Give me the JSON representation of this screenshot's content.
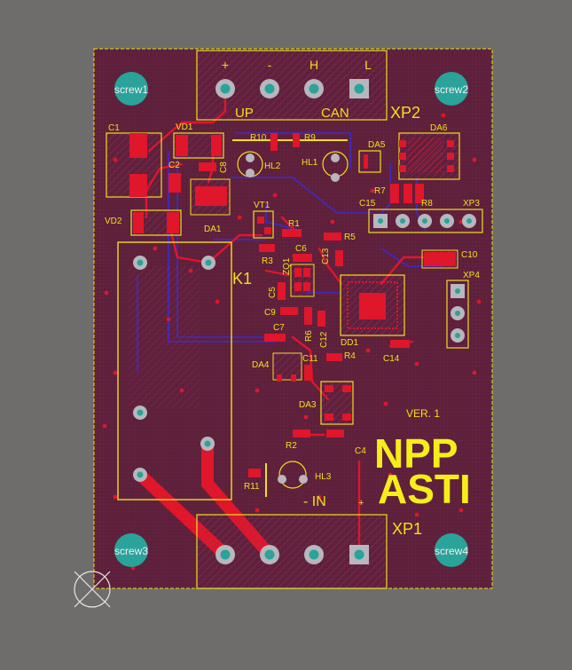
{
  "colors": {
    "background": "#6e6d6c",
    "board": "#5e1f3a",
    "copper_top": "#e0162b",
    "copper_bottom": "#3a2bd6",
    "silkscreen": "#f0e01e",
    "pad": "#b7b7bd",
    "mounting_hole": "#2aa39a",
    "outline": "#e8e400"
  },
  "mounting": {
    "screw1": "screw1",
    "screw2": "screw2",
    "screw3": "screw3",
    "screw4": "screw4"
  },
  "xp2": {
    "designator": "XP2",
    "pin_labels": [
      "+",
      "-",
      "H",
      "L"
    ],
    "up_label": "UP",
    "can_label": "CAN"
  },
  "xp1": {
    "designator": "XP1",
    "in_label": "- IN",
    "plus_label": "+"
  },
  "xp3": {
    "designator": "XP3"
  },
  "xp4": {
    "designator": "XP4"
  },
  "relay": {
    "designator": "K1"
  },
  "components": {
    "C1": "C1",
    "VD1": "VD1",
    "C2": "C2",
    "C8": "C8",
    "VD2": "VD2",
    "DA1": "DA1",
    "R10": "R10",
    "R9": "R9",
    "HL2": "HL2",
    "HL1": "HL1",
    "DA5": "DA5",
    "DA6": "DA6",
    "R7": "R7",
    "C15": "C15",
    "R8": "R8",
    "VT1": "VT1",
    "R1": "R1",
    "R3": "R3",
    "R5": "R5",
    "C6": "C6",
    "C13": "C13",
    "ZQ1": "ZQ1",
    "C5": "C5",
    "C10": "C10",
    "C9": "C9",
    "R6": "R6",
    "C12": "C12",
    "DD1": "DD1",
    "C7": "C7",
    "DA4": "DA4",
    "C11": "C11",
    "R4": "R4",
    "C14": "C14",
    "DA3": "DA3",
    "R2": "R2",
    "C4": "C4",
    "R11": "R11",
    "HL3": "HL3"
  },
  "branding": {
    "line1": "NPP",
    "line2": "ASTI",
    "version": "VER. 1"
  }
}
